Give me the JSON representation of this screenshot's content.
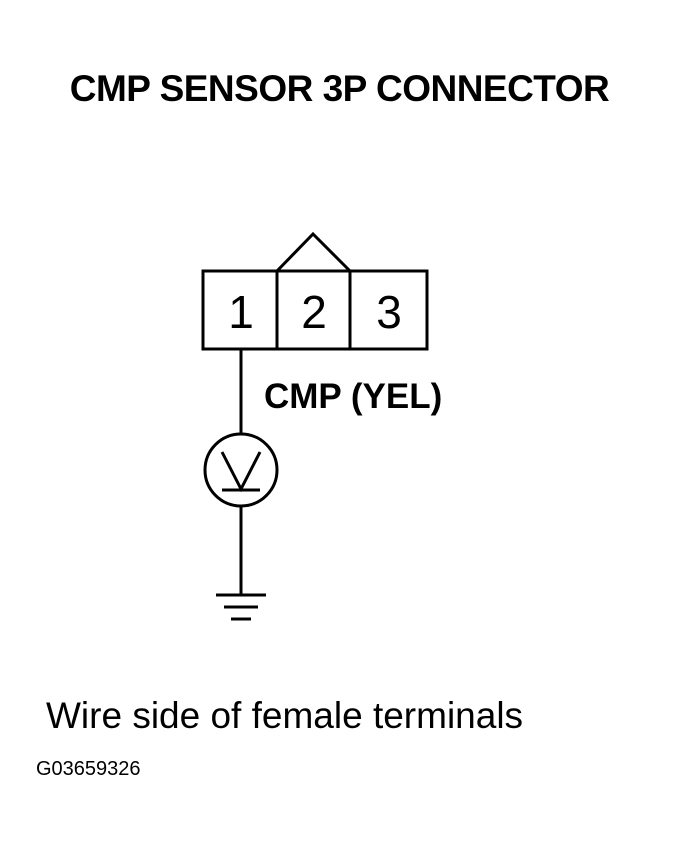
{
  "title": "CMP SENSOR 3P CONNECTOR",
  "connector": {
    "pins": [
      "1",
      "2",
      "3"
    ]
  },
  "wire_label": "CMP (YEL)",
  "meter_icon": "voltmeter-icon",
  "ground_icon": "ground-icon",
  "caption": "Wire side of female terminals",
  "figure_id": "G03659326"
}
